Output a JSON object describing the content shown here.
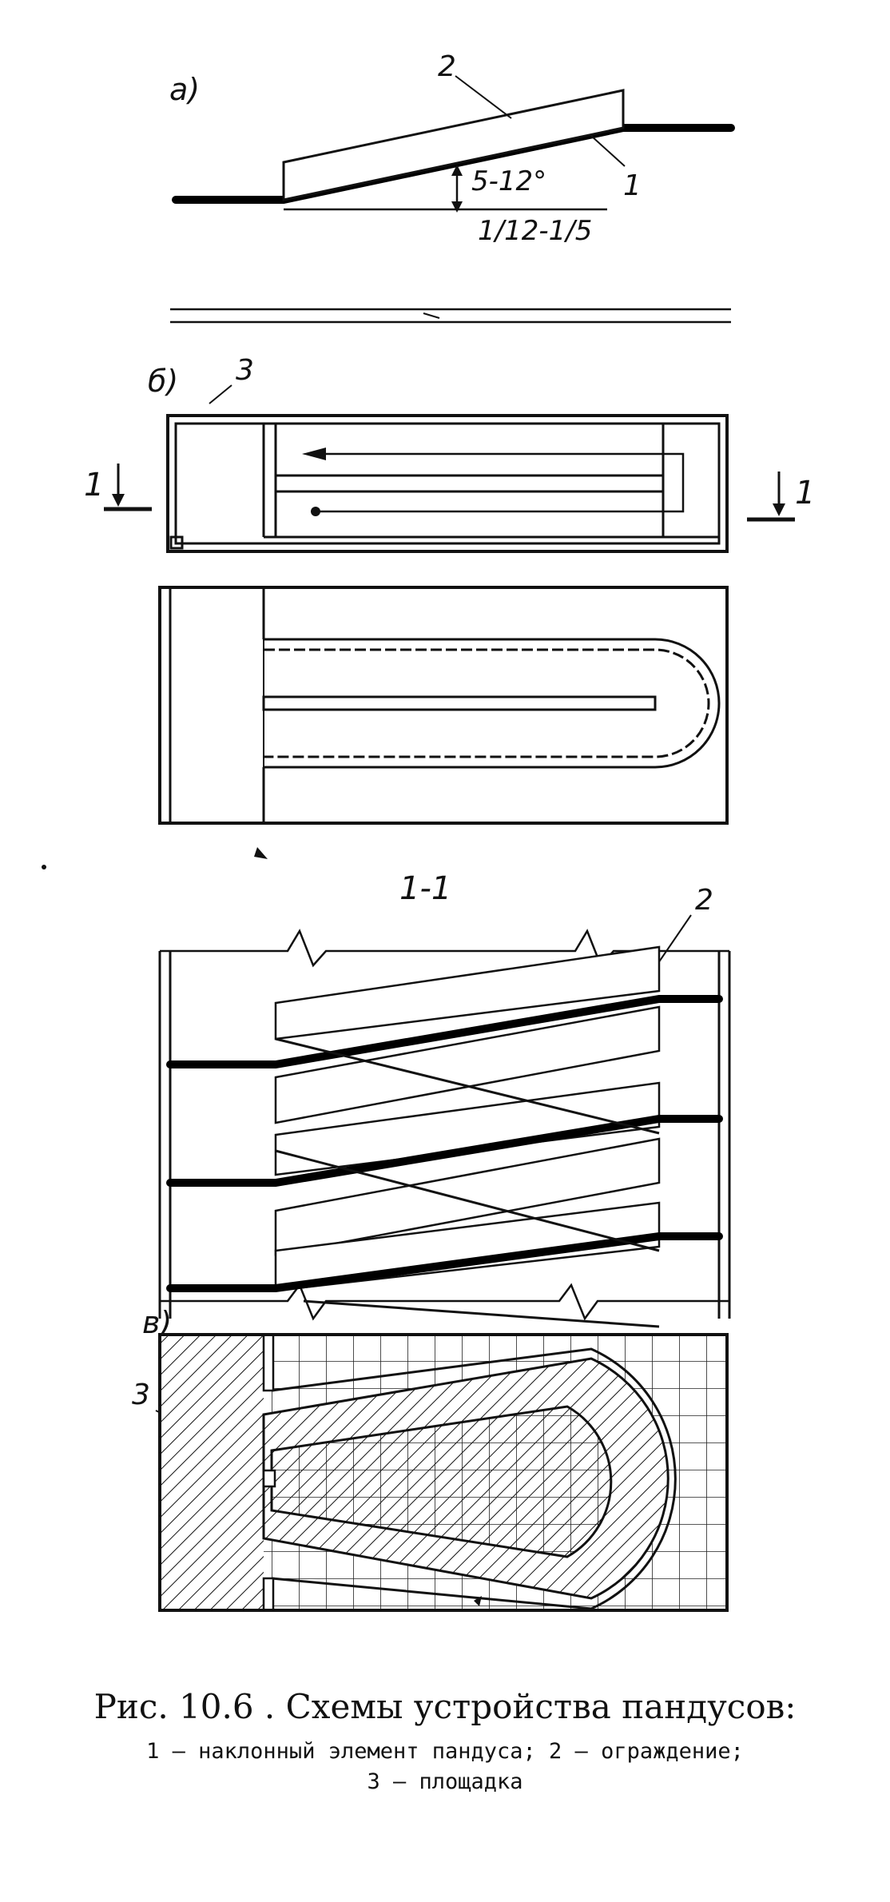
{
  "figure": {
    "panel_a": {
      "letter": "а)",
      "label_ramp": "1",
      "label_guard": "2",
      "angle": "5-12°",
      "slope": "1/12-1/5"
    },
    "panel_b": {
      "letter": "б)",
      "label_platform": "3",
      "section_left": "1",
      "section_right": "1",
      "section_title": "1-1",
      "label_guard": "2"
    },
    "panel_v": {
      "letter": "в)",
      "label_platform": "3"
    },
    "caption": {
      "title": "Рис. 10.6 . Схемы устройства пандусов:",
      "line2": "1 — наклонный элемент пандуса; 2 — ограждение;",
      "line3": "3 — площадка"
    }
  }
}
